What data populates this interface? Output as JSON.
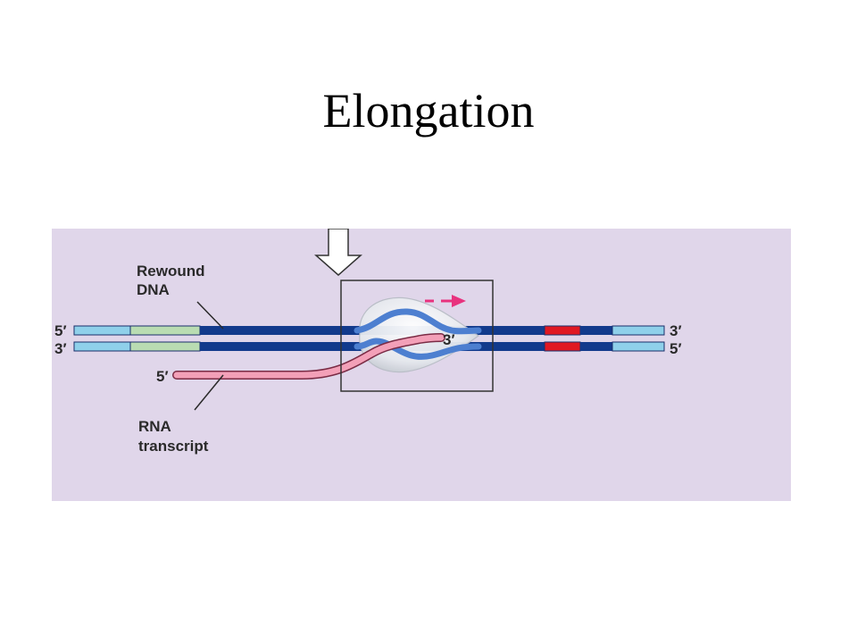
{
  "title": "Elongation",
  "labels": {
    "rewound_line1": "Rewound",
    "rewound_line2": "DNA",
    "rna_line1": "RNA",
    "rna_line2": "transcript",
    "left_top_end": "5′",
    "left_bottom_end": "3′",
    "right_top_end": "3′",
    "right_bottom_end": "5′",
    "rna_5_end": "5′",
    "rna_3_end": "3′"
  },
  "colors": {
    "panel_background": "#e0d6ea",
    "dna_strand": "#123a8c",
    "dna_region_light_blue": "#8fd0ea",
    "dna_region_green": "#b9dcb2",
    "dna_region_red": "#e01822",
    "unwound_strand": "#4d7fd0",
    "rna": "#f3a0b8",
    "polymerase": "#eef0f3",
    "direction_arrow": "#e8327e"
  }
}
